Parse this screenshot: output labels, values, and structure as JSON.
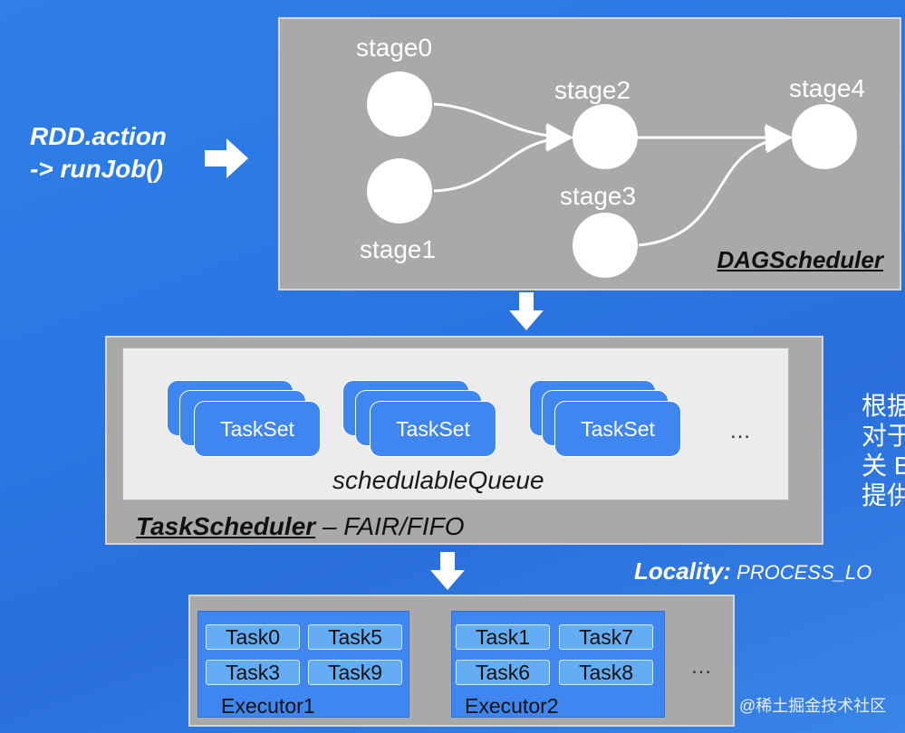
{
  "entry": {
    "line1": "RDD.action",
    "line2": "-> runJob()"
  },
  "dag": {
    "title": "DAGScheduler",
    "stages": [
      "stage0",
      "stage1",
      "stage2",
      "stage3",
      "stage4"
    ]
  },
  "task_scheduler": {
    "title": "TaskScheduler",
    "policy": " – FAIR/FIFO",
    "queue_label": "schedulableQueue",
    "taskset_label": "TaskSet",
    "ellipsis": "…"
  },
  "locality": {
    "label": "Locality:",
    "value": " PROCESS_LO"
  },
  "executors": [
    {
      "name": "Executor1",
      "tasks": [
        "Task0",
        "Task5",
        "Task3",
        "Task9"
      ]
    },
    {
      "name": "Executor2",
      "tasks": [
        "Task1",
        "Task7",
        "Task6",
        "Task8"
      ]
    }
  ],
  "executor_ellipsis": "…",
  "side_text": [
    "根据",
    "对于",
    "关 B",
    "提供"
  ],
  "watermark": "@稀土掘金技术社区",
  "colors": {
    "background": "#2b78e4",
    "panel": "#a9a9a9",
    "taskset": "#3f86f0",
    "task_chip": "#64adf5"
  }
}
